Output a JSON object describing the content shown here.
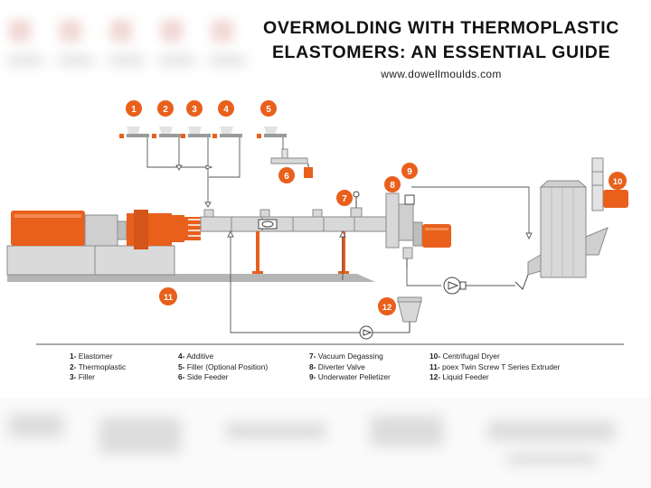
{
  "title_line1": "OVERMOLDING WITH THERMOPLASTIC",
  "title_line2": "ELASTOMERS: AN ESSENTIAL GUIDE",
  "website": "www.dowellmoulds.com",
  "colors": {
    "accent": "#e8601c",
    "steel": "#c9c9c9",
    "dark": "#444444"
  },
  "markers": [
    "1",
    "2",
    "3",
    "4",
    "5",
    "6",
    "7",
    "8",
    "9",
    "10",
    "11",
    "12"
  ],
  "legend": [
    {
      "num": "1-",
      "text": "Elastomer"
    },
    {
      "num": "2-",
      "text": "Thermoplastic"
    },
    {
      "num": "3-",
      "text": "Filler"
    },
    {
      "num": "4-",
      "text": "Additive"
    },
    {
      "num": "5-",
      "text": "Filler (Optional Position)"
    },
    {
      "num": "6-",
      "text": "Side Feeder"
    },
    {
      "num": "7-",
      "text": "Vacuum Degassing"
    },
    {
      "num": "8-",
      "text": "Diverter Valve"
    },
    {
      "num": "9-",
      "text": "Underwater Pelletizer"
    },
    {
      "num": "10-",
      "text": "Centrifugal Dryer"
    },
    {
      "num": "11-",
      "text": "poex Twin Screw T Series Extruder"
    },
    {
      "num": "12-",
      "text": "Liquid Feeder"
    }
  ]
}
